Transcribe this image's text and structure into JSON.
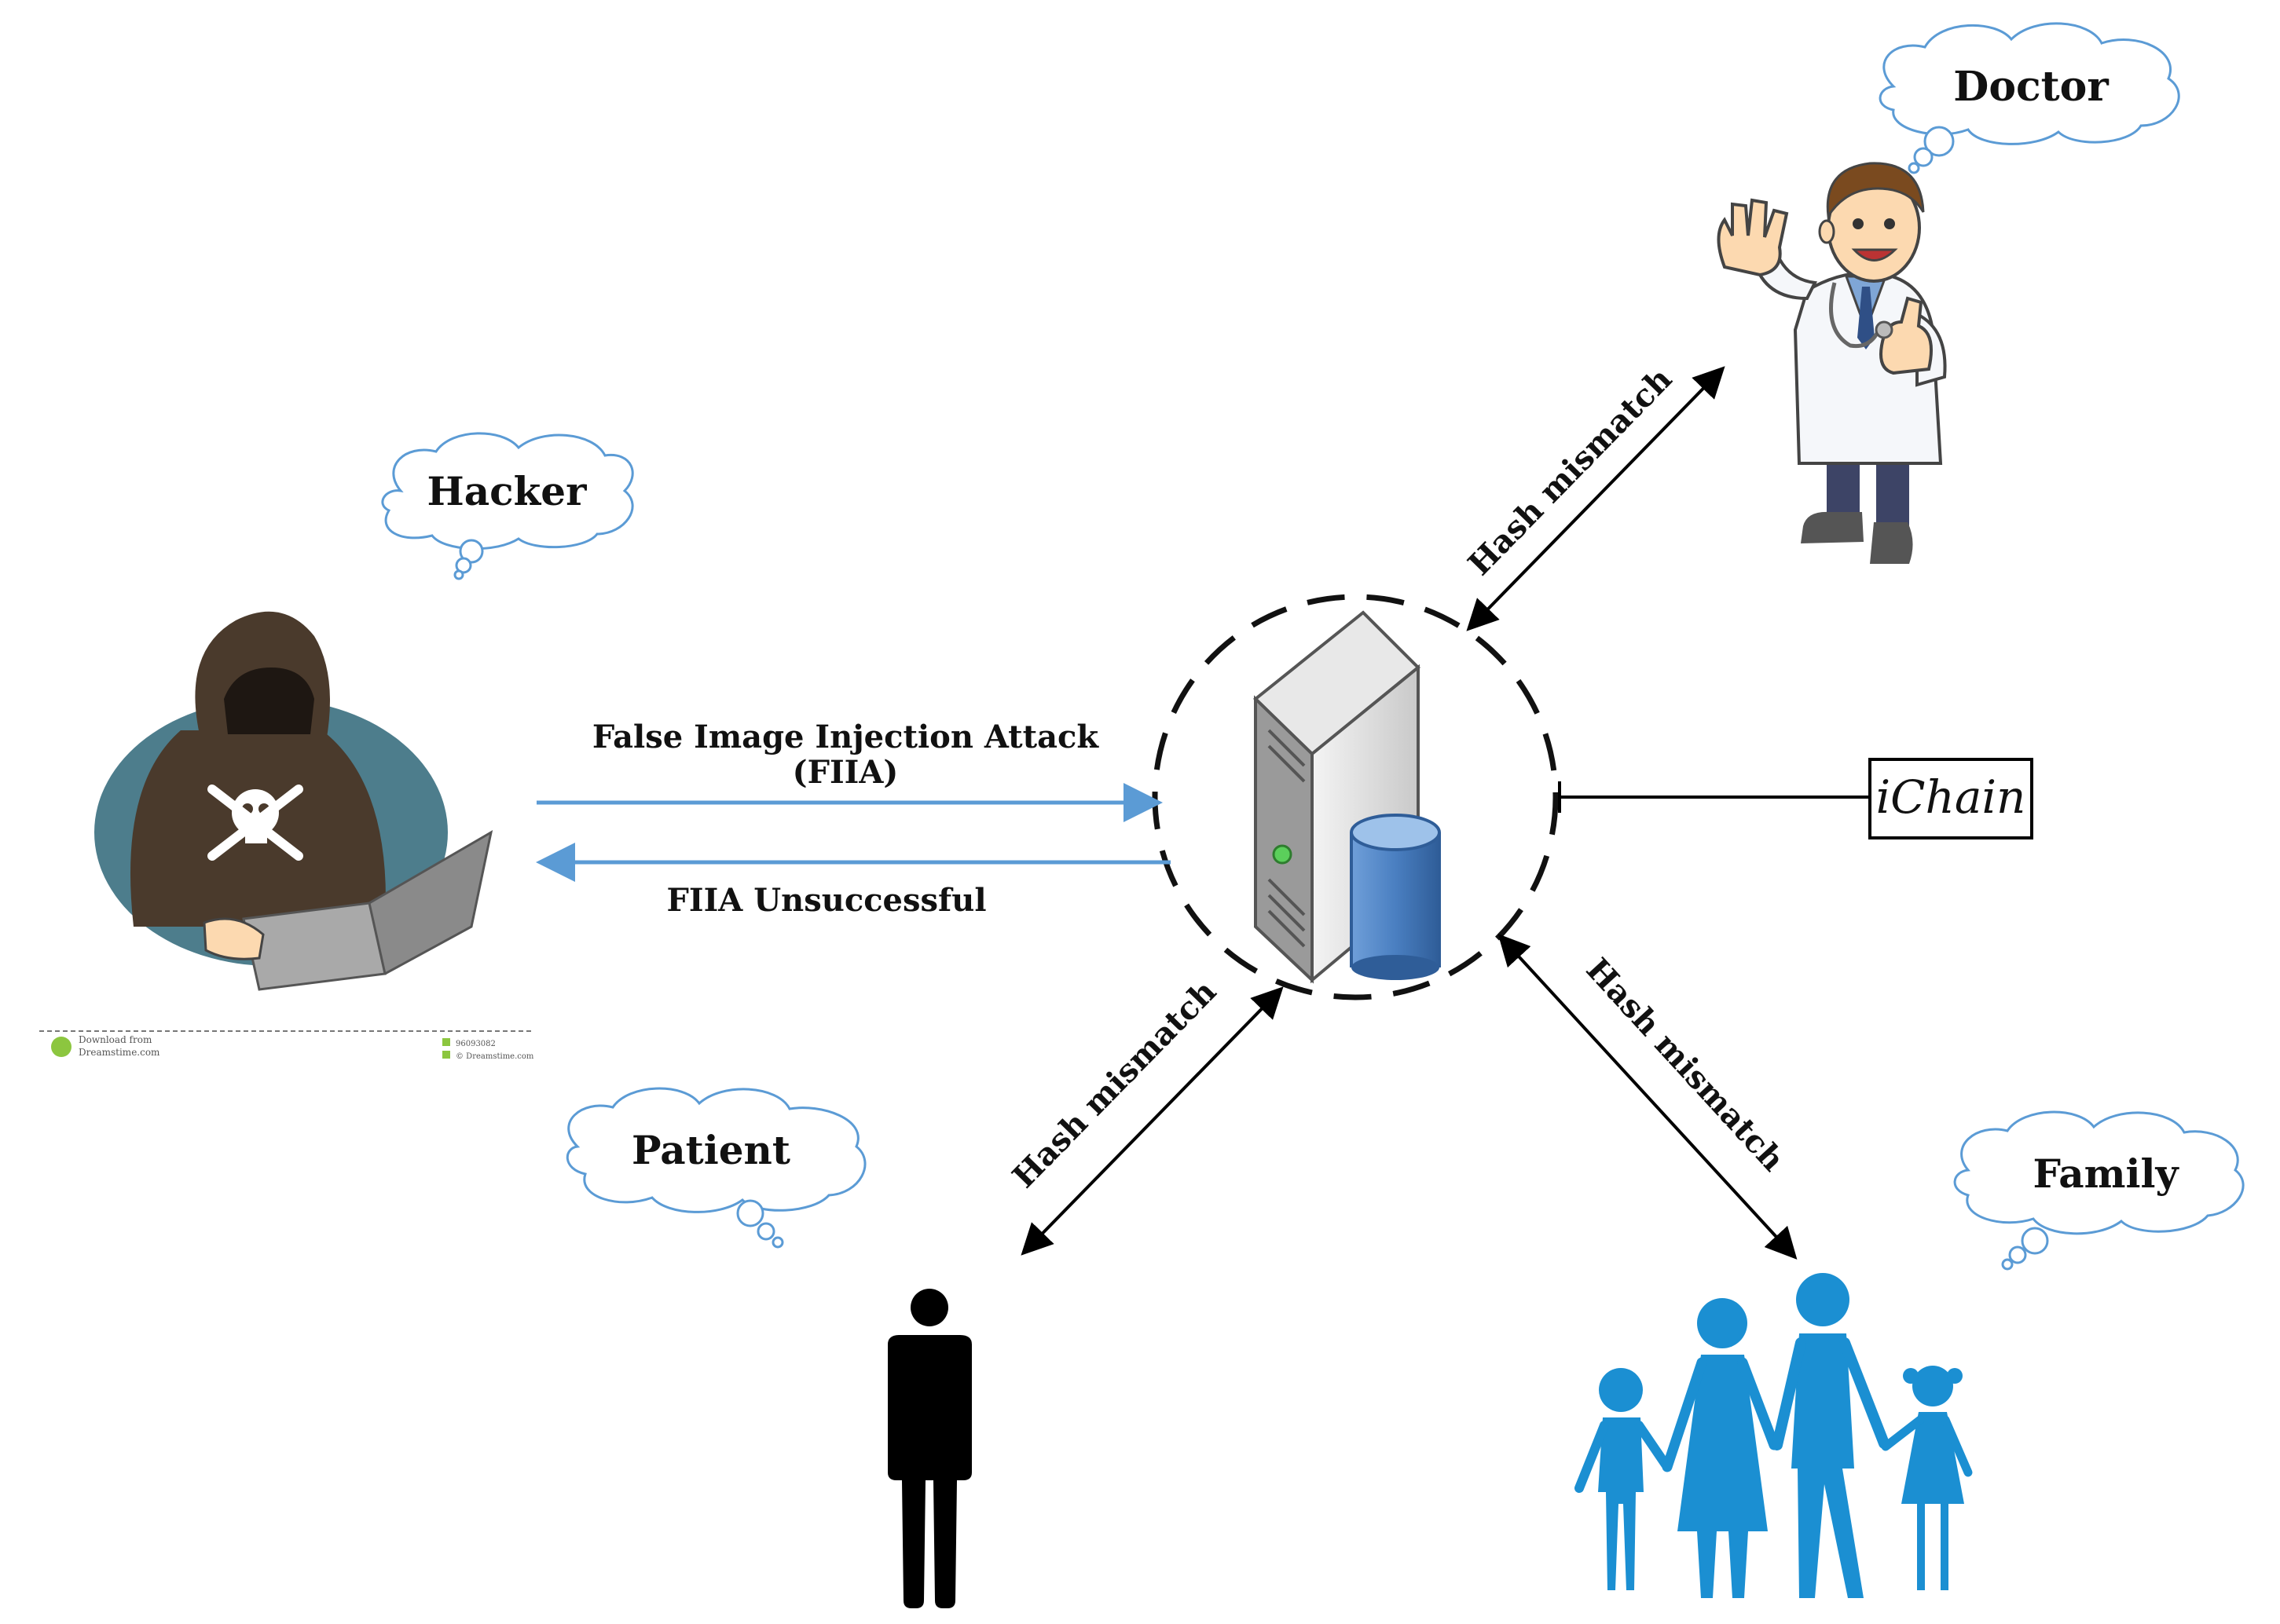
{
  "actors": {
    "doctor": "Doctor",
    "hacker": "Hacker",
    "patient": "Patient",
    "family": "Family"
  },
  "attack": {
    "line1": "False Image  Injection Attack",
    "line2": "(FIIA)",
    "result": "FIIA Unsuccessful"
  },
  "links": {
    "doctor": "Hash mismatch",
    "patient": "Hash mismatch",
    "family": "Hash mismatch"
  },
  "chain": {
    "label": "iChain"
  },
  "watermark": {
    "line1": "Download from",
    "line2": "Dreamstime.com",
    "id": "96093082",
    "credit": "© Dreamstime.com"
  },
  "colors": {
    "attack_arrow": "#5b9bd5",
    "family": "#1b8fd2",
    "server_db": "#4a7fc1",
    "hacker_bg": "#4d7d8c"
  }
}
